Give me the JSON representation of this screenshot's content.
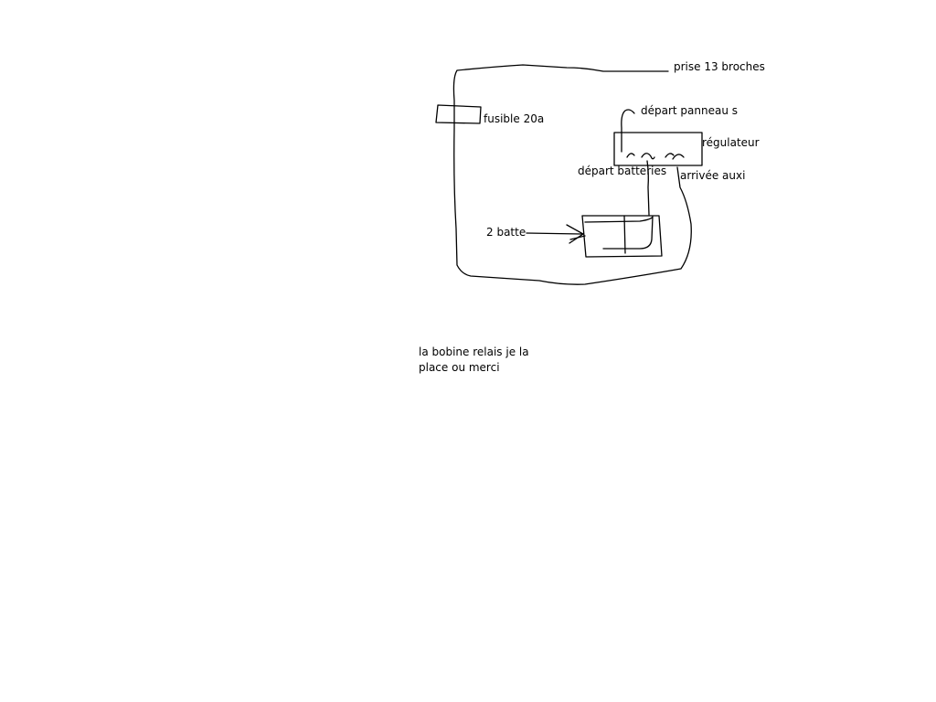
{
  "labels": {
    "prise": "prise 13 broches",
    "fusible": "fusible 20a",
    "depart_panneau": "départ panneau s",
    "regulateur": "régulateur",
    "depart_batteries": "départ batteries",
    "arrivee_auxi": "arrivée auxi",
    "batte": "2 batte"
  },
  "note": {
    "line1": "la bobine relais je la",
    "line2": "place ou merci"
  }
}
